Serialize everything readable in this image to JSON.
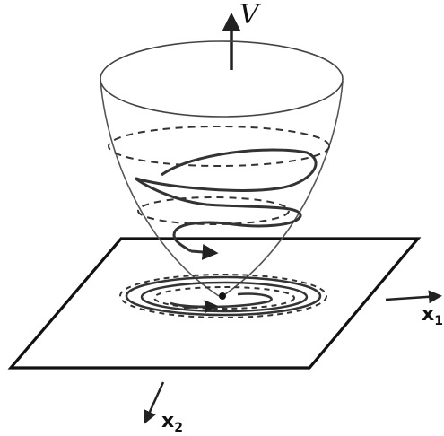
{
  "labels": {
    "v_axis": "V",
    "x1_axis": "x",
    "x1_sub": "1",
    "x2_axis": "x",
    "x2_sub": "2"
  },
  "colors": {
    "ink": "#222222",
    "bowl": "#555555",
    "background": "#ffffff"
  }
}
